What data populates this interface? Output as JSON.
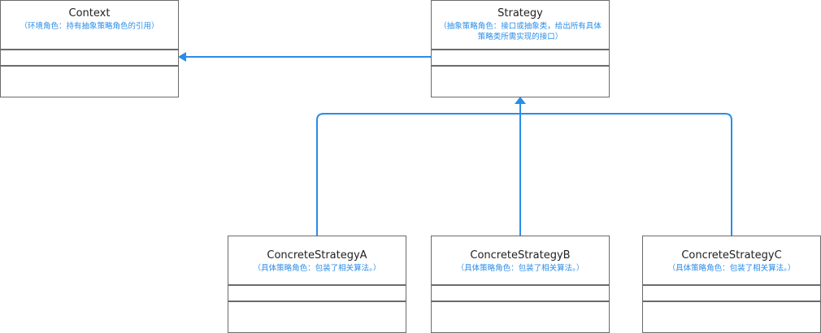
{
  "classes": {
    "context": {
      "name": "Context",
      "description": "（环境角色：持有抽象策略角色的引用）"
    },
    "strategy": {
      "name": "Strategy",
      "description_line1": "（抽象策略角色：接口或抽象类，给出所有具体",
      "description_line2": "策略类所需实现的接口）"
    },
    "concrete_a": {
      "name": "ConcreteStrategyA",
      "description": "（具体策略角色：包装了相关算法。）"
    },
    "concrete_b": {
      "name": "ConcreteStrategyB",
      "description": "（具体策略角色：包装了相关算法。）"
    },
    "concrete_c": {
      "name": "ConcreteStrategyC",
      "description": "（具体策略角色：包装了相关算法。）"
    }
  },
  "colors": {
    "connector": "#2a8de8",
    "border": "#6b6b6b",
    "description_text": "#2a8de8"
  }
}
